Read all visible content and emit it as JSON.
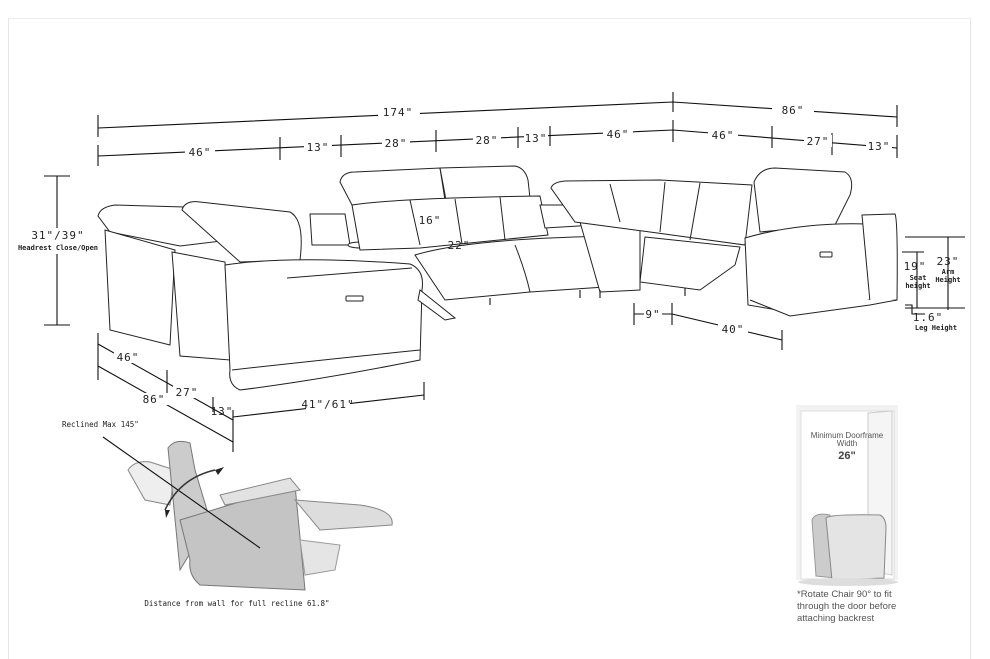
{
  "top_dimensions": {
    "overall_left": "174\"",
    "overall_right": "86\"",
    "segments": [
      "46\"",
      "13\"",
      "28\"",
      "28\"",
      "13\"",
      "46\"",
      "46\"",
      "27\"",
      "13\""
    ]
  },
  "headrest": {
    "value": "31\"/39\"",
    "label": "Headrest Close/Open"
  },
  "seat_dims": {
    "back_height": "16\"",
    "seat_width": "22\""
  },
  "side_dims": {
    "seat_height": "19\"",
    "seat_height_label_1": "Seat",
    "seat_height_label_2": "height",
    "arm_height": "23\"",
    "arm_height_label_1": "Arm",
    "arm_height_label_2": "Height",
    "leg_height": "1.6\"",
    "leg_height_label": "Leg Height",
    "gap": "9\"",
    "depth": "40\""
  },
  "left_dims": {
    "d1": "46\"",
    "d2": "27\"",
    "d3": "86\"",
    "d4": "13\"",
    "recline_depth": "41\"/61\""
  },
  "recline": {
    "max_label": "Reclined Max 145\"",
    "distance_label": "Distance from wall for full recline 61.8\""
  },
  "doorframe": {
    "title_1": "Minimum Doorframe",
    "title_2": "Width",
    "width": "26\"",
    "caption_1": "*Rotate Chair 90° to fit",
    "caption_2": "through the door before",
    "caption_3": "attaching backrest"
  }
}
